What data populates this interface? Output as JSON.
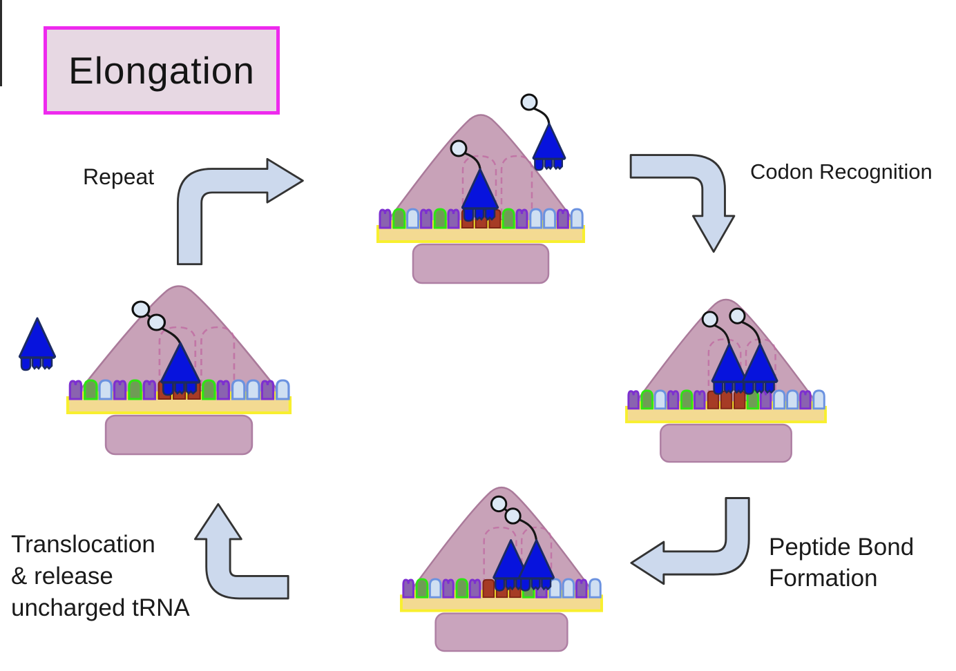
{
  "title": "Elongation",
  "labels": {
    "repeat": "Repeat",
    "codon_recognition": "Codon Recognition",
    "peptide_bond": [
      "Peptide Bond",
      "Formation"
    ],
    "translocation": [
      "Translocation",
      "& release",
      "uncharged tRNA"
    ]
  },
  "colors": {
    "title_border": "#ee2aee",
    "title_fill": "#e7d8e3",
    "arrow_fill": "#ccd9ed",
    "arrow_outline": "#333333",
    "large_subunit": "#c8a2b8",
    "subunit_outline": "#aa7a9a",
    "small_subunit": "#c9a4bd",
    "binding_site_dash": "#c06fa2",
    "mrna_band": "#f3da92",
    "mrna_band_outline": "#f8ef2f",
    "trna": "#0713dd",
    "trna_outline": "#1b2b63",
    "amino_acid": "#dce8f5",
    "nucleotides": {
      "purple": {
        "fill": "#8a63b0",
        "stroke": "#7d2fd0"
      },
      "green": {
        "fill": "#6f9c55",
        "stroke": "#2ee512"
      },
      "lightblue": {
        "fill": "#cfdff2",
        "stroke": "#6b92e0"
      },
      "red": {
        "fill": "#a63b25",
        "stroke": "#7e2415"
      }
    }
  },
  "mrna_sequence": [
    "purple",
    "green",
    "lightblue",
    "purple",
    "green",
    "purple",
    "red",
    "red",
    "red",
    "green",
    "purple",
    "lightblue",
    "lightblue",
    "purple",
    "lightblue"
  ]
}
